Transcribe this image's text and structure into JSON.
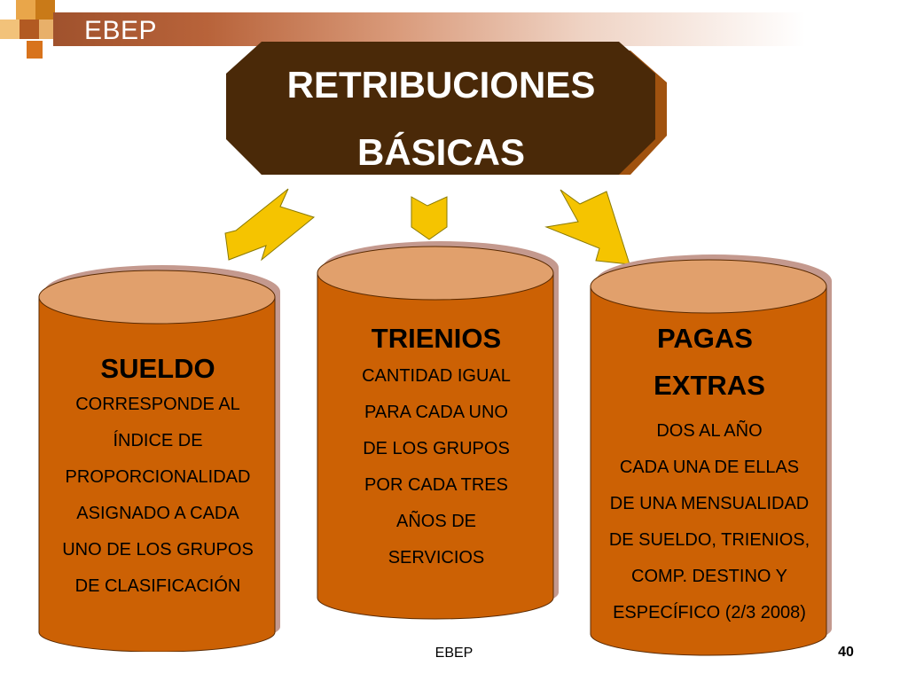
{
  "header": {
    "title": "EBEP"
  },
  "main": {
    "title_line1": "RETRIBUCIONES",
    "title_line2": "BÁSICAS"
  },
  "cylinders": [
    {
      "heading": "SUELDO",
      "lines": [
        "CORRESPONDE AL",
        "ÍNDICE DE",
        "PROPORCIONALIDAD",
        "ASIGNADO A CADA",
        "UNO DE LOS GRUPOS",
        "DE CLASIFICACIÓN"
      ]
    },
    {
      "heading": "TRIENIOS",
      "lines": [
        "CANTIDAD IGUAL",
        "PARA CADA UNO",
        "DE LOS GRUPOS",
        "POR CADA TRES",
        "AÑOS DE",
        "SERVICIOS"
      ]
    },
    {
      "heading_line1": "PAGAS",
      "heading_line2": "EXTRAS",
      "lines": [
        "DOS AL AÑO",
        "CADA UNA DE ELLAS",
        "DE UNA MENSUALIDAD",
        "DE SUELDO, TRIENIOS,",
        "COMP. DESTINO Y",
        "ESPECÍFICO (2/3 2008)"
      ]
    }
  ],
  "footer": {
    "label": "EBEP",
    "page_number": "40"
  },
  "colors": {
    "cylinder_body": "#cc6104",
    "cylinder_top": "#e1a06c",
    "shadow": "#c4998e",
    "title_box": "#4a2908",
    "title_side": "#a0520f",
    "arrow": "#f5c400"
  }
}
